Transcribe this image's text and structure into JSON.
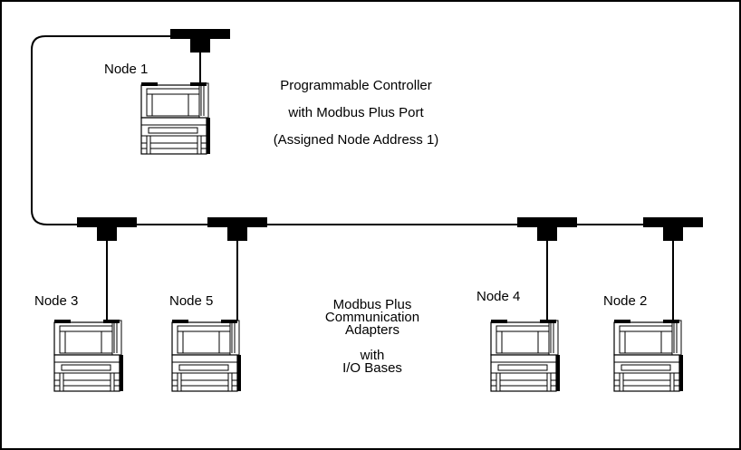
{
  "nodes": {
    "node1": "Node 1",
    "node3": "Node 3",
    "node5": "Node 5",
    "node4": "Node 4",
    "node2": "Node 2"
  },
  "controller_caption": {
    "line1": "Programmable Controller",
    "line2": "with Modbus Plus Port",
    "line3": "(Assigned Node Address 1)"
  },
  "adapters_caption": {
    "line1": "Modbus Plus",
    "line2": "Communication",
    "line3": "Adapters",
    "line4": "with",
    "line5": "I/O Bases"
  }
}
